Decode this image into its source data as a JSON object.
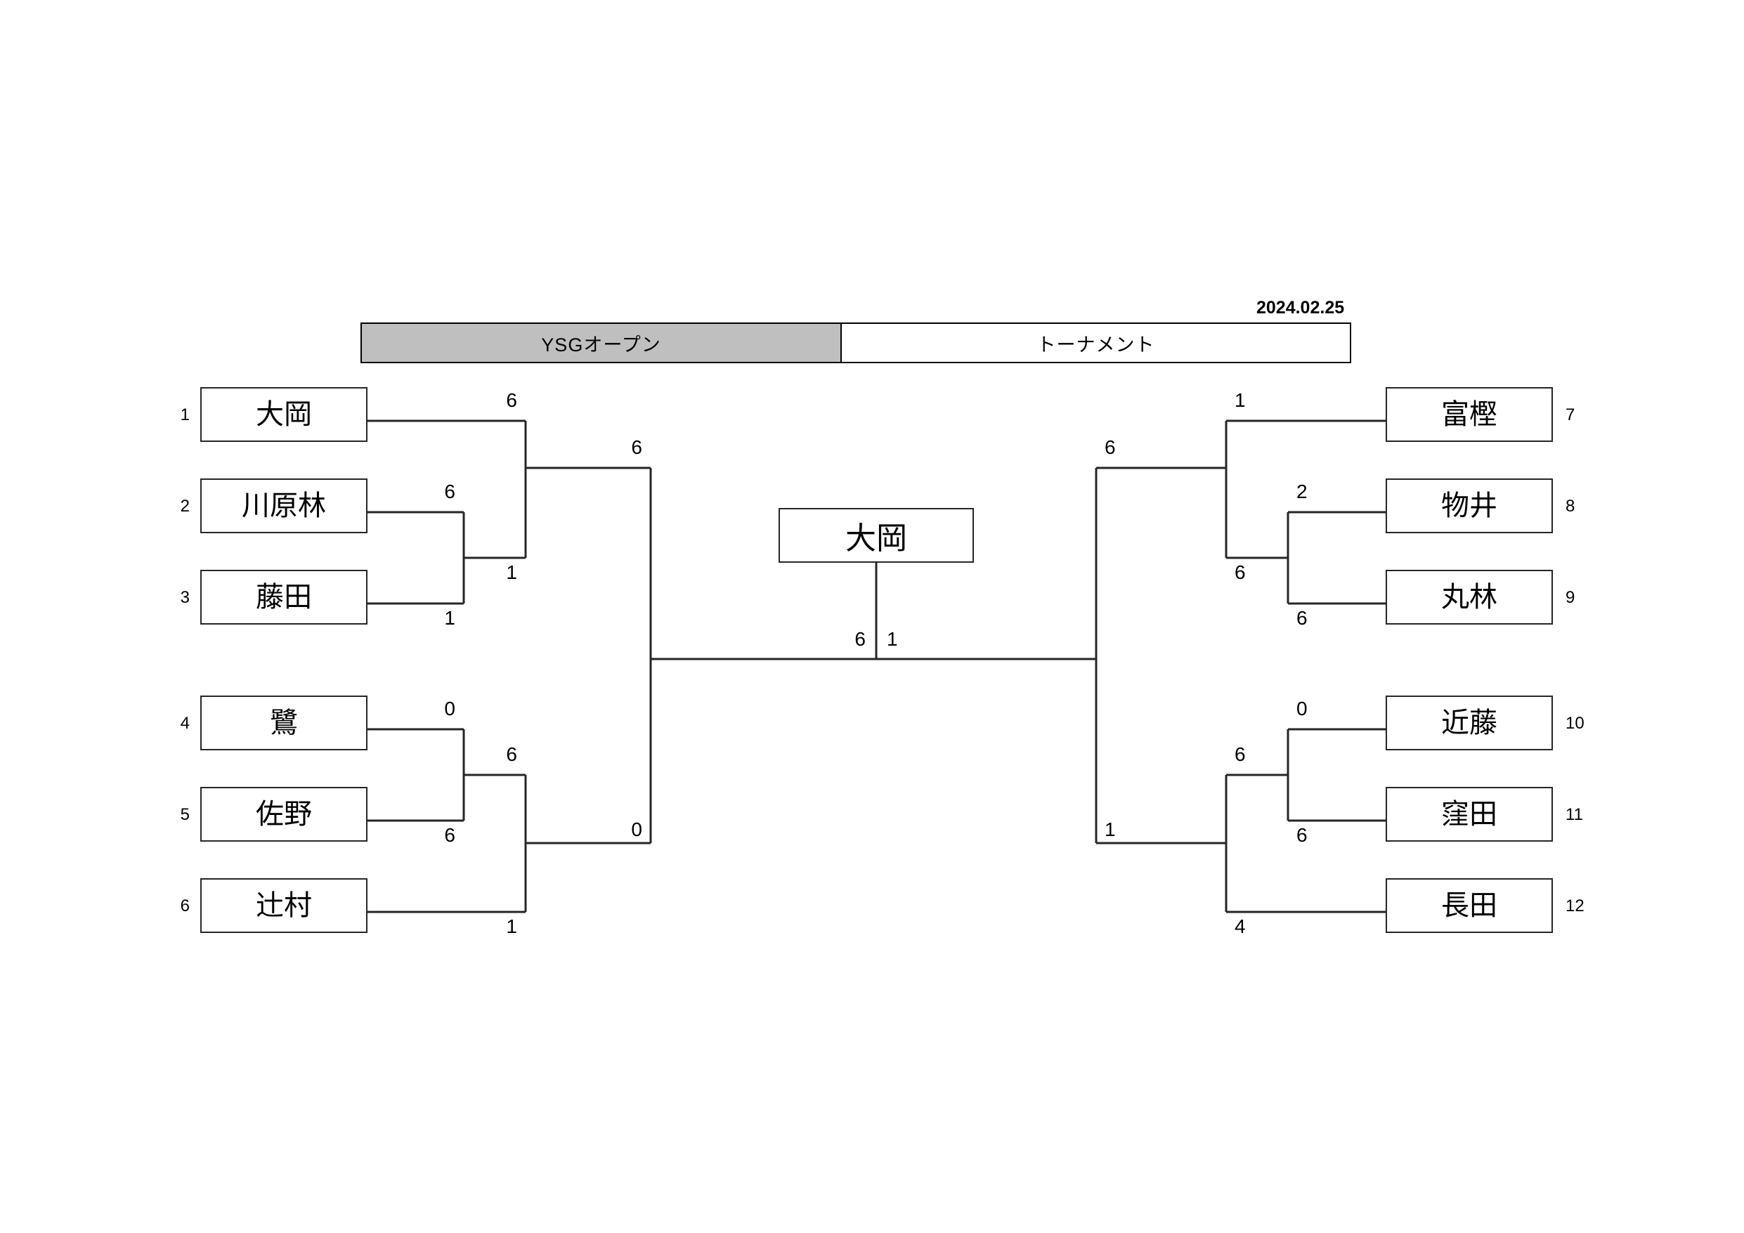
{
  "document": {
    "date": "2024.02.25"
  },
  "banner": {
    "event_title": "YSGオープン",
    "format_title": "トーナメント"
  },
  "bracket": {
    "champion": "大岡",
    "final": {
      "left_score": "6",
      "right_score": "1"
    },
    "left_side": {
      "entries": [
        {
          "seed": "1",
          "name": "大岡"
        },
        {
          "seed": "2",
          "name": "川原林"
        },
        {
          "seed": "3",
          "name": "藤田"
        },
        {
          "seed": "4",
          "name": "鷺"
        },
        {
          "seed": "5",
          "name": "佐野"
        },
        {
          "seed": "6",
          "name": "辻村"
        }
      ],
      "scores": {
        "r1_upper_top": "6",
        "r1_upper_bottom": "1",
        "r2_upper_top": "6",
        "r2_upper_bottom": "1",
        "r1_lower_top": "0",
        "r1_lower_bottom": "6",
        "r2_lower_top": "6",
        "r2_lower_bottom": "1",
        "semi_top": "6",
        "semi_bottom": "0"
      }
    },
    "right_side": {
      "entries": [
        {
          "seed": "7",
          "name": "富樫"
        },
        {
          "seed": "8",
          "name": "物井"
        },
        {
          "seed": "9",
          "name": "丸林"
        },
        {
          "seed": "10",
          "name": "近藤"
        },
        {
          "seed": "11",
          "name": "窪田"
        },
        {
          "seed": "12",
          "name": "長田"
        }
      ],
      "scores": {
        "r1_upper_top": "2",
        "r1_upper_bottom": "6",
        "r2_upper_top": "1",
        "r2_upper_bottom": "6",
        "r1_lower_top": "0",
        "r1_lower_bottom": "6",
        "r2_lower_top": "6",
        "r2_lower_bottom": "4",
        "semi_top": "6",
        "semi_bottom": "1"
      }
    }
  },
  "colors": {
    "banner_shade": "#bfbfbf",
    "line": "#262626",
    "background": "#ffffff"
  }
}
